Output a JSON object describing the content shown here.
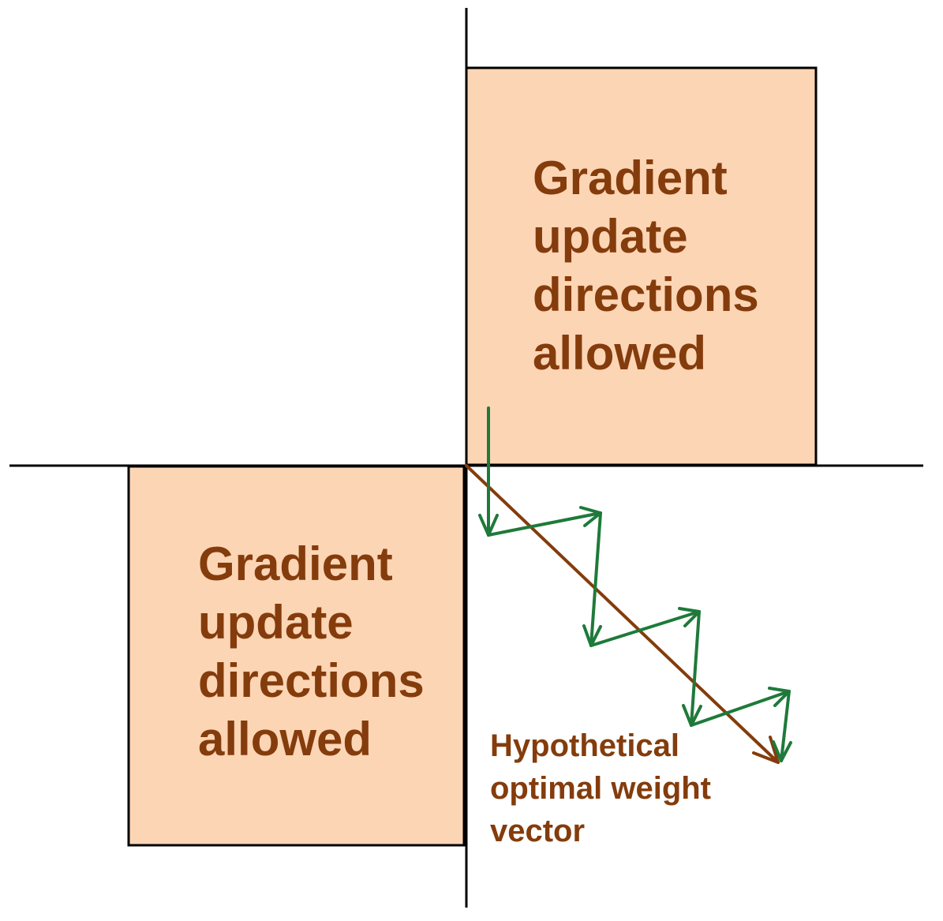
{
  "colors": {
    "region_fill": "#fcd5b5",
    "region_stroke": "#000000",
    "axis": "#000000",
    "label_text": "#843c0c",
    "optimal_vector": "#843c0c",
    "update_steps": "#1e7a3a",
    "background": "#ffffff"
  },
  "regions": {
    "top_right": {
      "label_lines": [
        "Gradient",
        "update",
        "directions",
        "allowed"
      ]
    },
    "bottom_left": {
      "label_lines": [
        "Gradient",
        "update",
        "directions",
        "allowed"
      ]
    }
  },
  "optimal_vector": {
    "label_lines": [
      "Hypothetical",
      "optimal weight",
      "vector"
    ]
  }
}
